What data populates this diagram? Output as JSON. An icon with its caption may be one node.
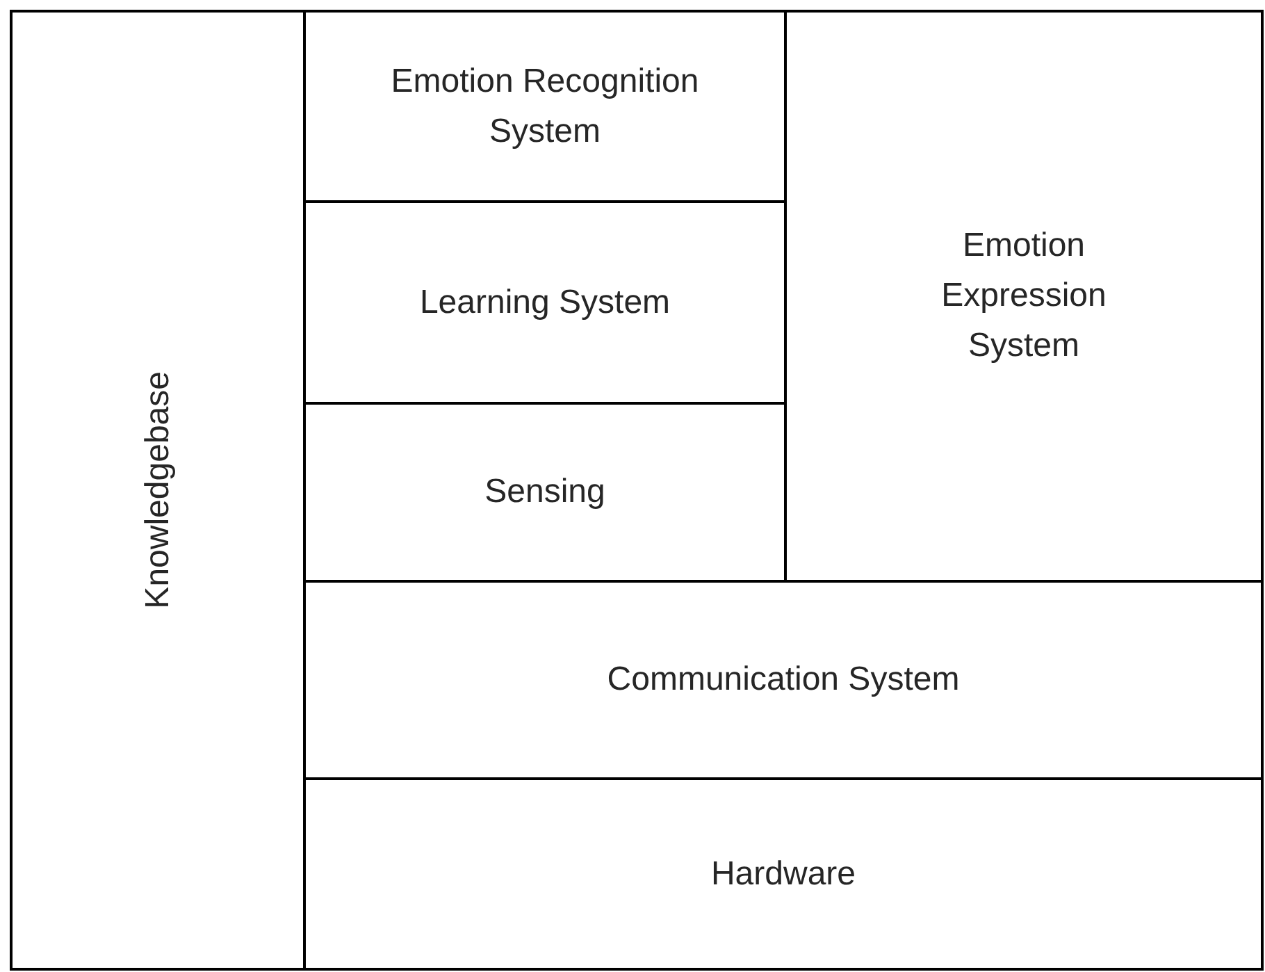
{
  "diagram": {
    "nodes": [
      {
        "text": [
          "Knowledgebase"
        ]
      },
      {
        "text": [
          "Emotion Recognition System"
        ]
      },
      {
        "text": [
          "Learning System"
        ]
      },
      {
        "text": [
          "Sensing"
        ]
      },
      {
        "text": [
          "Emotion Expression System"
        ]
      },
      {
        "text": [
          "Communication System"
        ]
      },
      {
        "text": [
          "Hardware"
        ]
      }
    ]
  }
}
